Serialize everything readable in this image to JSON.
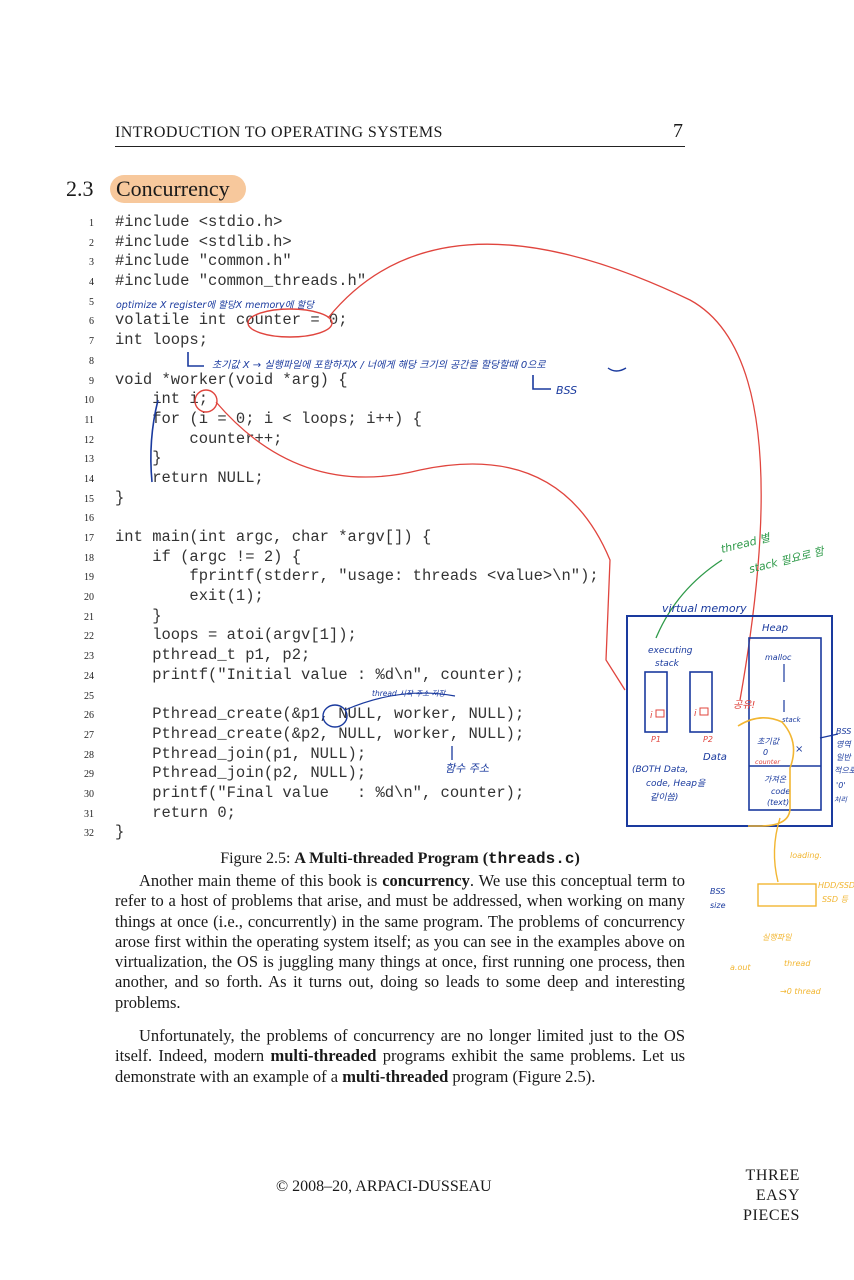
{
  "header": {
    "title": "INTRODUCTION TO OPERATING SYSTEMS",
    "page_number": "7"
  },
  "section": {
    "number": "2.3",
    "title": "Concurrency"
  },
  "code_lines": [
    {
      "n": "1",
      "t": "#include <stdio.h>"
    },
    {
      "n": "2",
      "t": "#include <stdlib.h>"
    },
    {
      "n": "3",
      "t": "#include \"common.h\""
    },
    {
      "n": "4",
      "t": "#include \"common_threads.h\""
    },
    {
      "n": "5",
      "t": ""
    },
    {
      "n": "6",
      "t": "volatile int counter = 0;"
    },
    {
      "n": "7",
      "t": "int loops;"
    },
    {
      "n": "8",
      "t": ""
    },
    {
      "n": "9",
      "t": "void *worker(void *arg) {"
    },
    {
      "n": "10",
      "t": "    int i;"
    },
    {
      "n": "11",
      "t": "    for (i = 0; i < loops; i++) {"
    },
    {
      "n": "12",
      "t": "        counter++;"
    },
    {
      "n": "13",
      "t": "    }"
    },
    {
      "n": "14",
      "t": "    return NULL;"
    },
    {
      "n": "15",
      "t": "}"
    },
    {
      "n": "16",
      "t": ""
    },
    {
      "n": "17",
      "t": "int main(int argc, char *argv[]) {"
    },
    {
      "n": "18",
      "t": "    if (argc != 2) {"
    },
    {
      "n": "19",
      "t": "        fprintf(stderr, \"usage: threads <value>\\n\");"
    },
    {
      "n": "20",
      "t": "        exit(1);"
    },
    {
      "n": "21",
      "t": "    }"
    },
    {
      "n": "22",
      "t": "    loops = atoi(argv[1]);"
    },
    {
      "n": "23",
      "t": "    pthread_t p1, p2;"
    },
    {
      "n": "24",
      "t": "    printf(\"Initial value : %d\\n\", counter);"
    },
    {
      "n": "25",
      "t": ""
    },
    {
      "n": "26",
      "t": "    Pthread_create(&p1, NULL, worker, NULL);"
    },
    {
      "n": "27",
      "t": "    Pthread_create(&p2, NULL, worker, NULL);"
    },
    {
      "n": "28",
      "t": "    Pthread_join(p1, NULL);"
    },
    {
      "n": "29",
      "t": "    Pthread_join(p2, NULL);"
    },
    {
      "n": "30",
      "t": "    printf(\"Final value   : %d\\n\", counter);"
    },
    {
      "n": "31",
      "t": "    return 0;"
    },
    {
      "n": "32",
      "t": "}"
    }
  ],
  "caption": {
    "prefix": "Figure 2.5: ",
    "bold": "A Multi-threaded Program (",
    "mono": "threads.c",
    "suffix": ")"
  },
  "paragraph1": {
    "before": "Another main theme of this book is ",
    "bold": "concurrency",
    "after": ". We use this conceptual term to refer to a host of problems that arise, and must be addressed, when working on many things at once (i.e., concurrently) in the same program. The problems of concurrency arose first within the operating system itself; as you can see in the examples above on virtualization, the OS is juggling many things at once, first running one process, then another, and so forth. As it turns out, doing so leads to some deep and interesting problems."
  },
  "paragraph2": {
    "before": "Unfortunately, the problems of concurrency are no longer limited just to the OS itself. Indeed, modern ",
    "bold1": "multi-threaded",
    "mid": " programs exhibit the same problems. Let us demonstrate with an example of a ",
    "bold2": "multi-threaded",
    "after": " program (Figure 2.5)."
  },
  "footer": {
    "copyright": "© 2008–20, ARPACI-DUSSEAU"
  },
  "tep": {
    "line1": "THREE",
    "line2": "EASY",
    "line3": "PIECES"
  },
  "annotations": {
    "line5_note": "optimize X register에 할당X memory에 할당",
    "line8_note": "초기값 X → 실행파일에 포함하지X / 너에게 해당 크기의 공간을 할당할때 0으로",
    "bss_label": "BSS",
    "thread_note1": "thread 별",
    "thread_note2": "stack 필요로 함",
    "virtual_memory": "virtual memory",
    "executing_stack1": "executing",
    "executing_stack2": "stack",
    "heap": "Heap",
    "malloc": "malloc",
    "stack_small": "stack",
    "p1_label": "P1",
    "p2_label": "P2",
    "i_box": "i",
    "data_label": "Data",
    "shared_note1": "(BOTH Data,",
    "shared_note2": "code, Heap을",
    "shared_note3": "같이씀)",
    "init_val": "초기값",
    "zero": "0",
    "counter_small": "counter",
    "code_note1": "가져온",
    "code_note2": "code",
    "code_note3": "(text)",
    "bss_right1": "BSS",
    "bss_right2": "영역",
    "bss_right3": "일반",
    "bss_right4": "적으로",
    "bss_right5": "'0'",
    "bss_right6": "처리",
    "thread_addr_note": "thread 시작 주소 저장",
    "func_addr_note": "함수 주소",
    "shared_word": "공유!",
    "loading": "loading.",
    "hdd_ssd1": "HDD/SSD",
    "hdd_ssd2": "SSD 등",
    "bss_size1": "BSS",
    "bss_size2": "size",
    "exec_file": "실행파일",
    "aout": "a.out",
    "thread_small": "thread",
    "zero_thread": "→0 thread"
  }
}
